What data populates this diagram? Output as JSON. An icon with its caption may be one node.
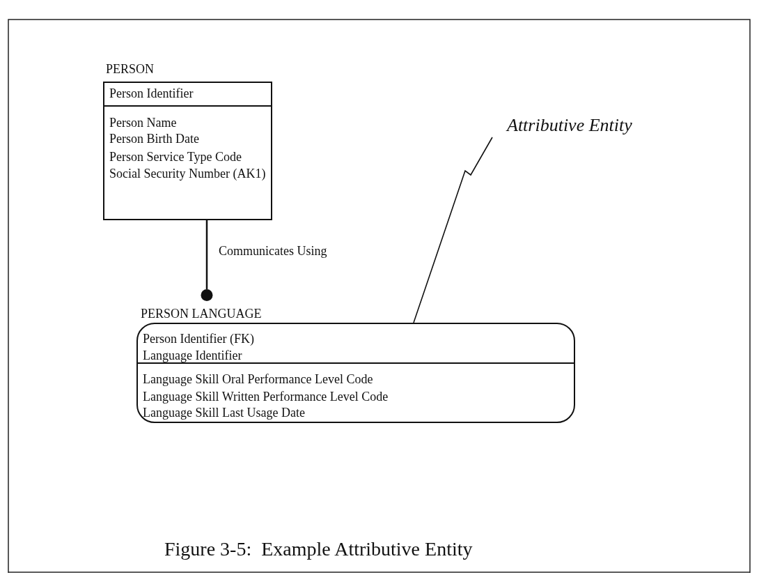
{
  "diagram": {
    "caption": "Figure 3-5:  Example Attributive Entity",
    "nodes": [
      {
        "text": [
          "PERSON",
          "Person Identifier",
          "Person Name",
          "Person Birth Date",
          "Person Service Type Code",
          "Social Security Number (AK1)"
        ]
      },
      {
        "text": [
          "PERSON LANGUAGE",
          "Person Identifier (FK)",
          "Language Identifier",
          "Language Skill Oral Performance Level Code",
          "Language Skill Written Performance Level Code",
          "Language Skill Last Usage Date"
        ]
      },
      {
        "text": [
          "Attributive Entity"
        ]
      }
    ],
    "edges": [
      {
        "from": 0,
        "to": 1,
        "arrow": "other",
        "label": "Communicates Using"
      },
      {
        "from": 2,
        "to": 1,
        "arrow": "none"
      }
    ]
  }
}
